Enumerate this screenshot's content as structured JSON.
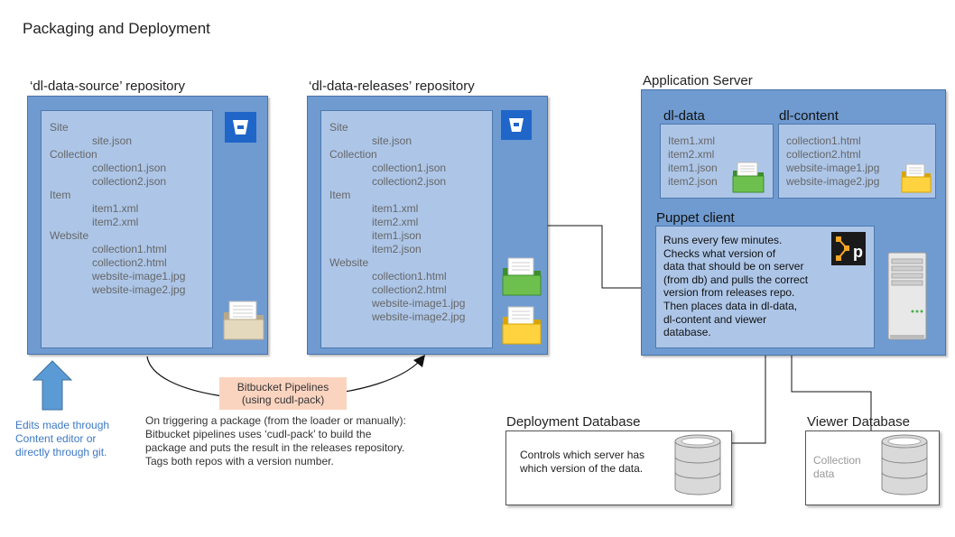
{
  "title": "Packaging and Deployment",
  "source_repo": {
    "title": "‘dl-data-source’ repository",
    "tree": [
      {
        "kind": "cat",
        "text": "Site"
      },
      {
        "kind": "leaf",
        "text": "site.json"
      },
      {
        "kind": "cat",
        "text": "Collection"
      },
      {
        "kind": "leaf",
        "text": "collection1.json"
      },
      {
        "kind": "leaf",
        "text": "collection2.json"
      },
      {
        "kind": "cat",
        "text": "Item"
      },
      {
        "kind": "leaf",
        "text": "item1.xml"
      },
      {
        "kind": "leaf",
        "text": "item2.xml"
      },
      {
        "kind": "cat",
        "text": "Website"
      },
      {
        "kind": "leaf",
        "text": "collection1.html"
      },
      {
        "kind": "leaf",
        "text": "collection2.html"
      },
      {
        "kind": "leaf",
        "text": "website-image1.jpg"
      },
      {
        "kind": "leaf",
        "text": "website-image2.jpg"
      }
    ]
  },
  "releases_repo": {
    "title": "‘dl-data-releases’ repository",
    "tree": [
      {
        "kind": "cat",
        "text": "Site"
      },
      {
        "kind": "leaf",
        "text": "site.json"
      },
      {
        "kind": "cat",
        "text": "Collection"
      },
      {
        "kind": "leaf",
        "text": "collection1.json"
      },
      {
        "kind": "leaf",
        "text": "collection2.json"
      },
      {
        "kind": "cat",
        "text": "Item"
      },
      {
        "kind": "leaf",
        "text": "item1.xml"
      },
      {
        "kind": "leaf",
        "text": "item2.xml"
      },
      {
        "kind": "leaf",
        "text": "item1.json"
      },
      {
        "kind": "leaf",
        "text": "item2.json"
      },
      {
        "kind": "cat",
        "text": "Website"
      },
      {
        "kind": "leaf",
        "text": "collection1.html"
      },
      {
        "kind": "leaf",
        "text": "collection2.html"
      },
      {
        "kind": "leaf",
        "text": "website-image1.jpg"
      },
      {
        "kind": "leaf",
        "text": "website-image2.jpg"
      }
    ]
  },
  "app_server": {
    "title": "Application Server",
    "dl_data": {
      "title": "dl-data",
      "items": [
        "Item1.xml",
        "item2.xml",
        "item1.json",
        "item2.json"
      ]
    },
    "dl_content": {
      "title": "dl-content",
      "items": [
        "collection1.html",
        "collection2.html",
        "website-image1.jpg",
        "website-image2.jpg"
      ]
    },
    "puppet": {
      "title": "Puppet client",
      "lines": [
        "Runs every few minutes.",
        "Checks what version of",
        "data that should be on server",
        "(from db) and pulls the correct",
        "version from releases repo.",
        "Then places data in dl-data,",
        "dl-content and viewer",
        "database."
      ],
      "icon_letter": "p"
    }
  },
  "pipelines": {
    "line1": "Bitbucket Pipelines",
    "line2": "(using cudl-pack)"
  },
  "trigger_note": [
    "On triggering a package (from the loader or manually):",
    "Bitbucket pipelines uses ‘cudl-pack’ to build the",
    "package and puts the result in the releases repository.",
    "Tags both repos with a version number."
  ],
  "edit_note": [
    "Edits made through",
    "Content editor or",
    "directly through git."
  ],
  "deploy_db": {
    "title": "Deployment Database",
    "lines": [
      "Controls which server has",
      "which version of the data."
    ]
  },
  "viewer_db": {
    "title": "Viewer Database",
    "lines": [
      "Collection",
      "data"
    ]
  },
  "colors": {
    "panel": "#6f9bd1",
    "inner": "#adc6e8",
    "bitbucket": "#1f66c8",
    "pipelines": "#fbd4c0",
    "note_blue": "#3d79c4"
  }
}
